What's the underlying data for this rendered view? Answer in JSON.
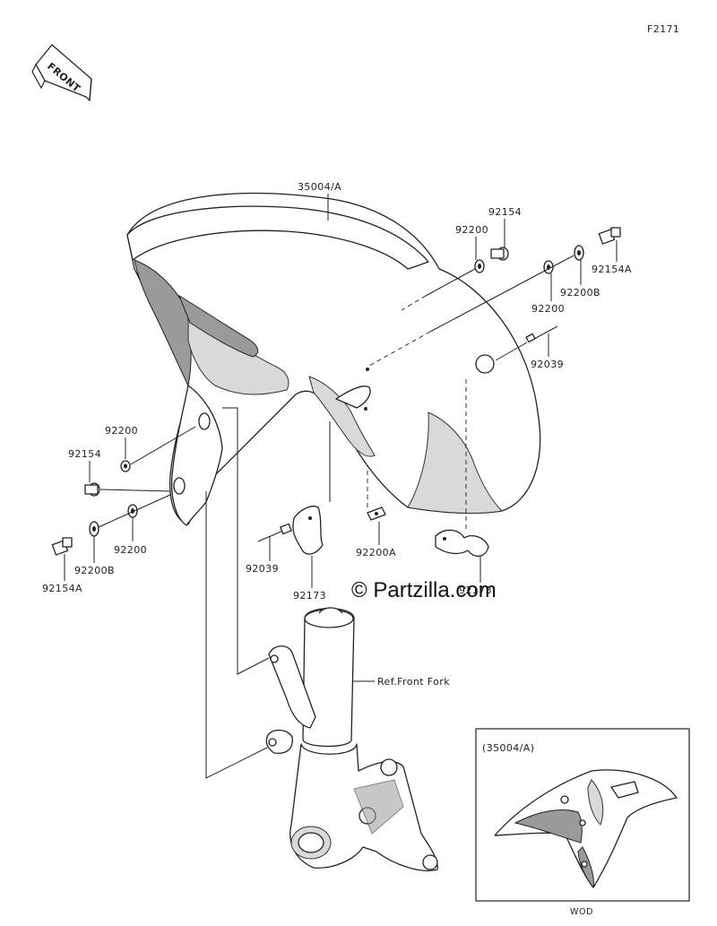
{
  "figure_id": "F2171",
  "front_badge": "FRONT",
  "watermark": "© Partzilla.com",
  "labels": {
    "fender": "35004/A",
    "bolt_top": "92154",
    "washer_top": "92200",
    "washer_right": "92200",
    "washerb_right": "92200B",
    "bolt_right_a": "92154A",
    "pin_right": "92039",
    "washer_left_top": "92200",
    "bolt_left": "92154",
    "washer_left_bottom": "92200",
    "washerb_left": "92200B",
    "bolt_left_a": "92154A",
    "pin_center": "92039",
    "clamp": "92173",
    "clip_center": "92200A",
    "clip_right": "92173",
    "ref_front_fork": "Ref.Front Fork"
  },
  "inset": {
    "title": "(35004/A)",
    "caption": "WOD"
  }
}
